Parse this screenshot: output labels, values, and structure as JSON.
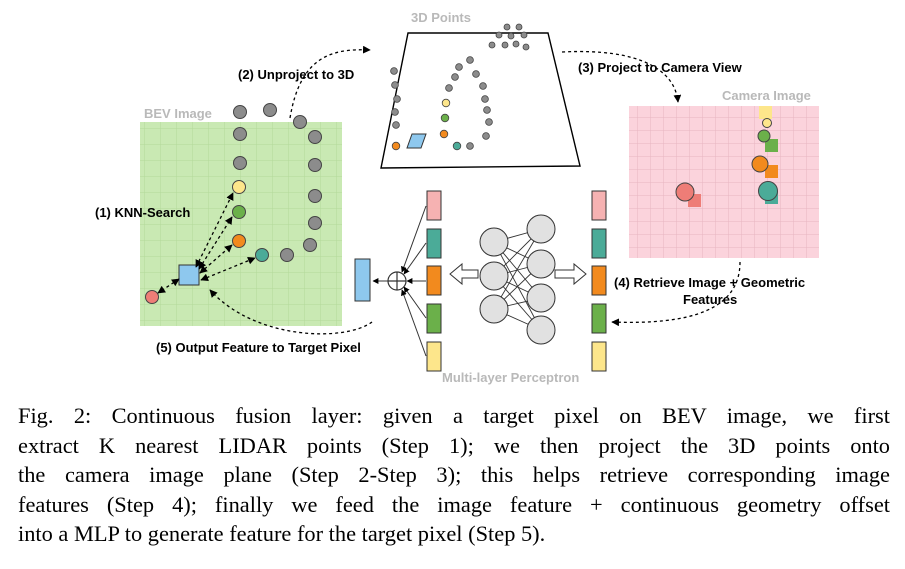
{
  "titles": {
    "points_3d": "3D Points",
    "bev": "BEV Image",
    "camera": "Camera Image",
    "mlp": "Multi-layer Perceptron"
  },
  "steps": {
    "knn": "(1) KNN-Search",
    "unproject": "(2) Unproject to 3D",
    "project": "(3) Project to Camera View",
    "retrieve_line1": "(4) Retrieve Image + Geometric",
    "retrieve_line2": "Features",
    "output": "(5) Output Feature to Target Pixel"
  },
  "colors": {
    "bev_fill": "#c9e9b3",
    "bev_grid": "#b3d99a",
    "camera_fill": "#fbd3dc",
    "camera_grid": "#e7b5c1",
    "point_grey": "#8c8c8c",
    "yellow": "#fde68b",
    "green": "#6bb04a",
    "orange": "#f28a1e",
    "teal": "#4bab98",
    "salmon": "#ee7d77",
    "blue": "#8ec8ee",
    "pink": "#f6b2b2"
  },
  "mlp_feature_stack": [
    "pink",
    "teal",
    "orange",
    "green",
    "yellow"
  ],
  "caption": {
    "line1": "Fig. 2: Continuous fusion layer: given a target pixel on BEV image, we first",
    "line2": "extract K nearest LIDAR points (Step 1); we then project the 3D points onto",
    "line3": "the camera image plane (Step 2-Step 3); this helps retrieve corresponding image",
    "line4": "features (Step 4); finally we feed the image feature + continuous geometry offset",
    "line5": "into a MLP to generate feature for the target pixel (Step 5)."
  }
}
